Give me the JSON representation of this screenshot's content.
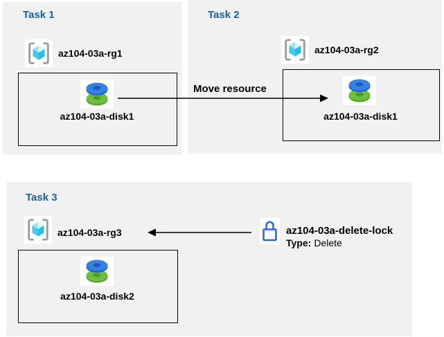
{
  "diagram": {
    "tasks": [
      {
        "title": "Task 1",
        "resource_group": "az104-03a-rg1",
        "resource": "az104-03a-disk1"
      },
      {
        "title": "Task 2",
        "resource_group": "az104-03a-rg2",
        "resource": "az104-03a-disk1"
      },
      {
        "title": "Task 3",
        "resource_group": "az104-03a-rg3",
        "resource": "az104-03a-disk2"
      }
    ],
    "move_arrow_label": "Move resource",
    "lock": {
      "name": "az104-03a-delete-lock",
      "type_label": "Type:",
      "type_value": "Delete"
    },
    "colors": {
      "task_title_blue": "#15639d",
      "panel_gray": "#f1f1f1",
      "lock_blue": "#2b68d9",
      "disk_blue": "#3582e2",
      "disk_green": "#6fbf3f",
      "cube_cyan": "#45c9ee",
      "bracket_gray": "#9a9a9a"
    }
  }
}
